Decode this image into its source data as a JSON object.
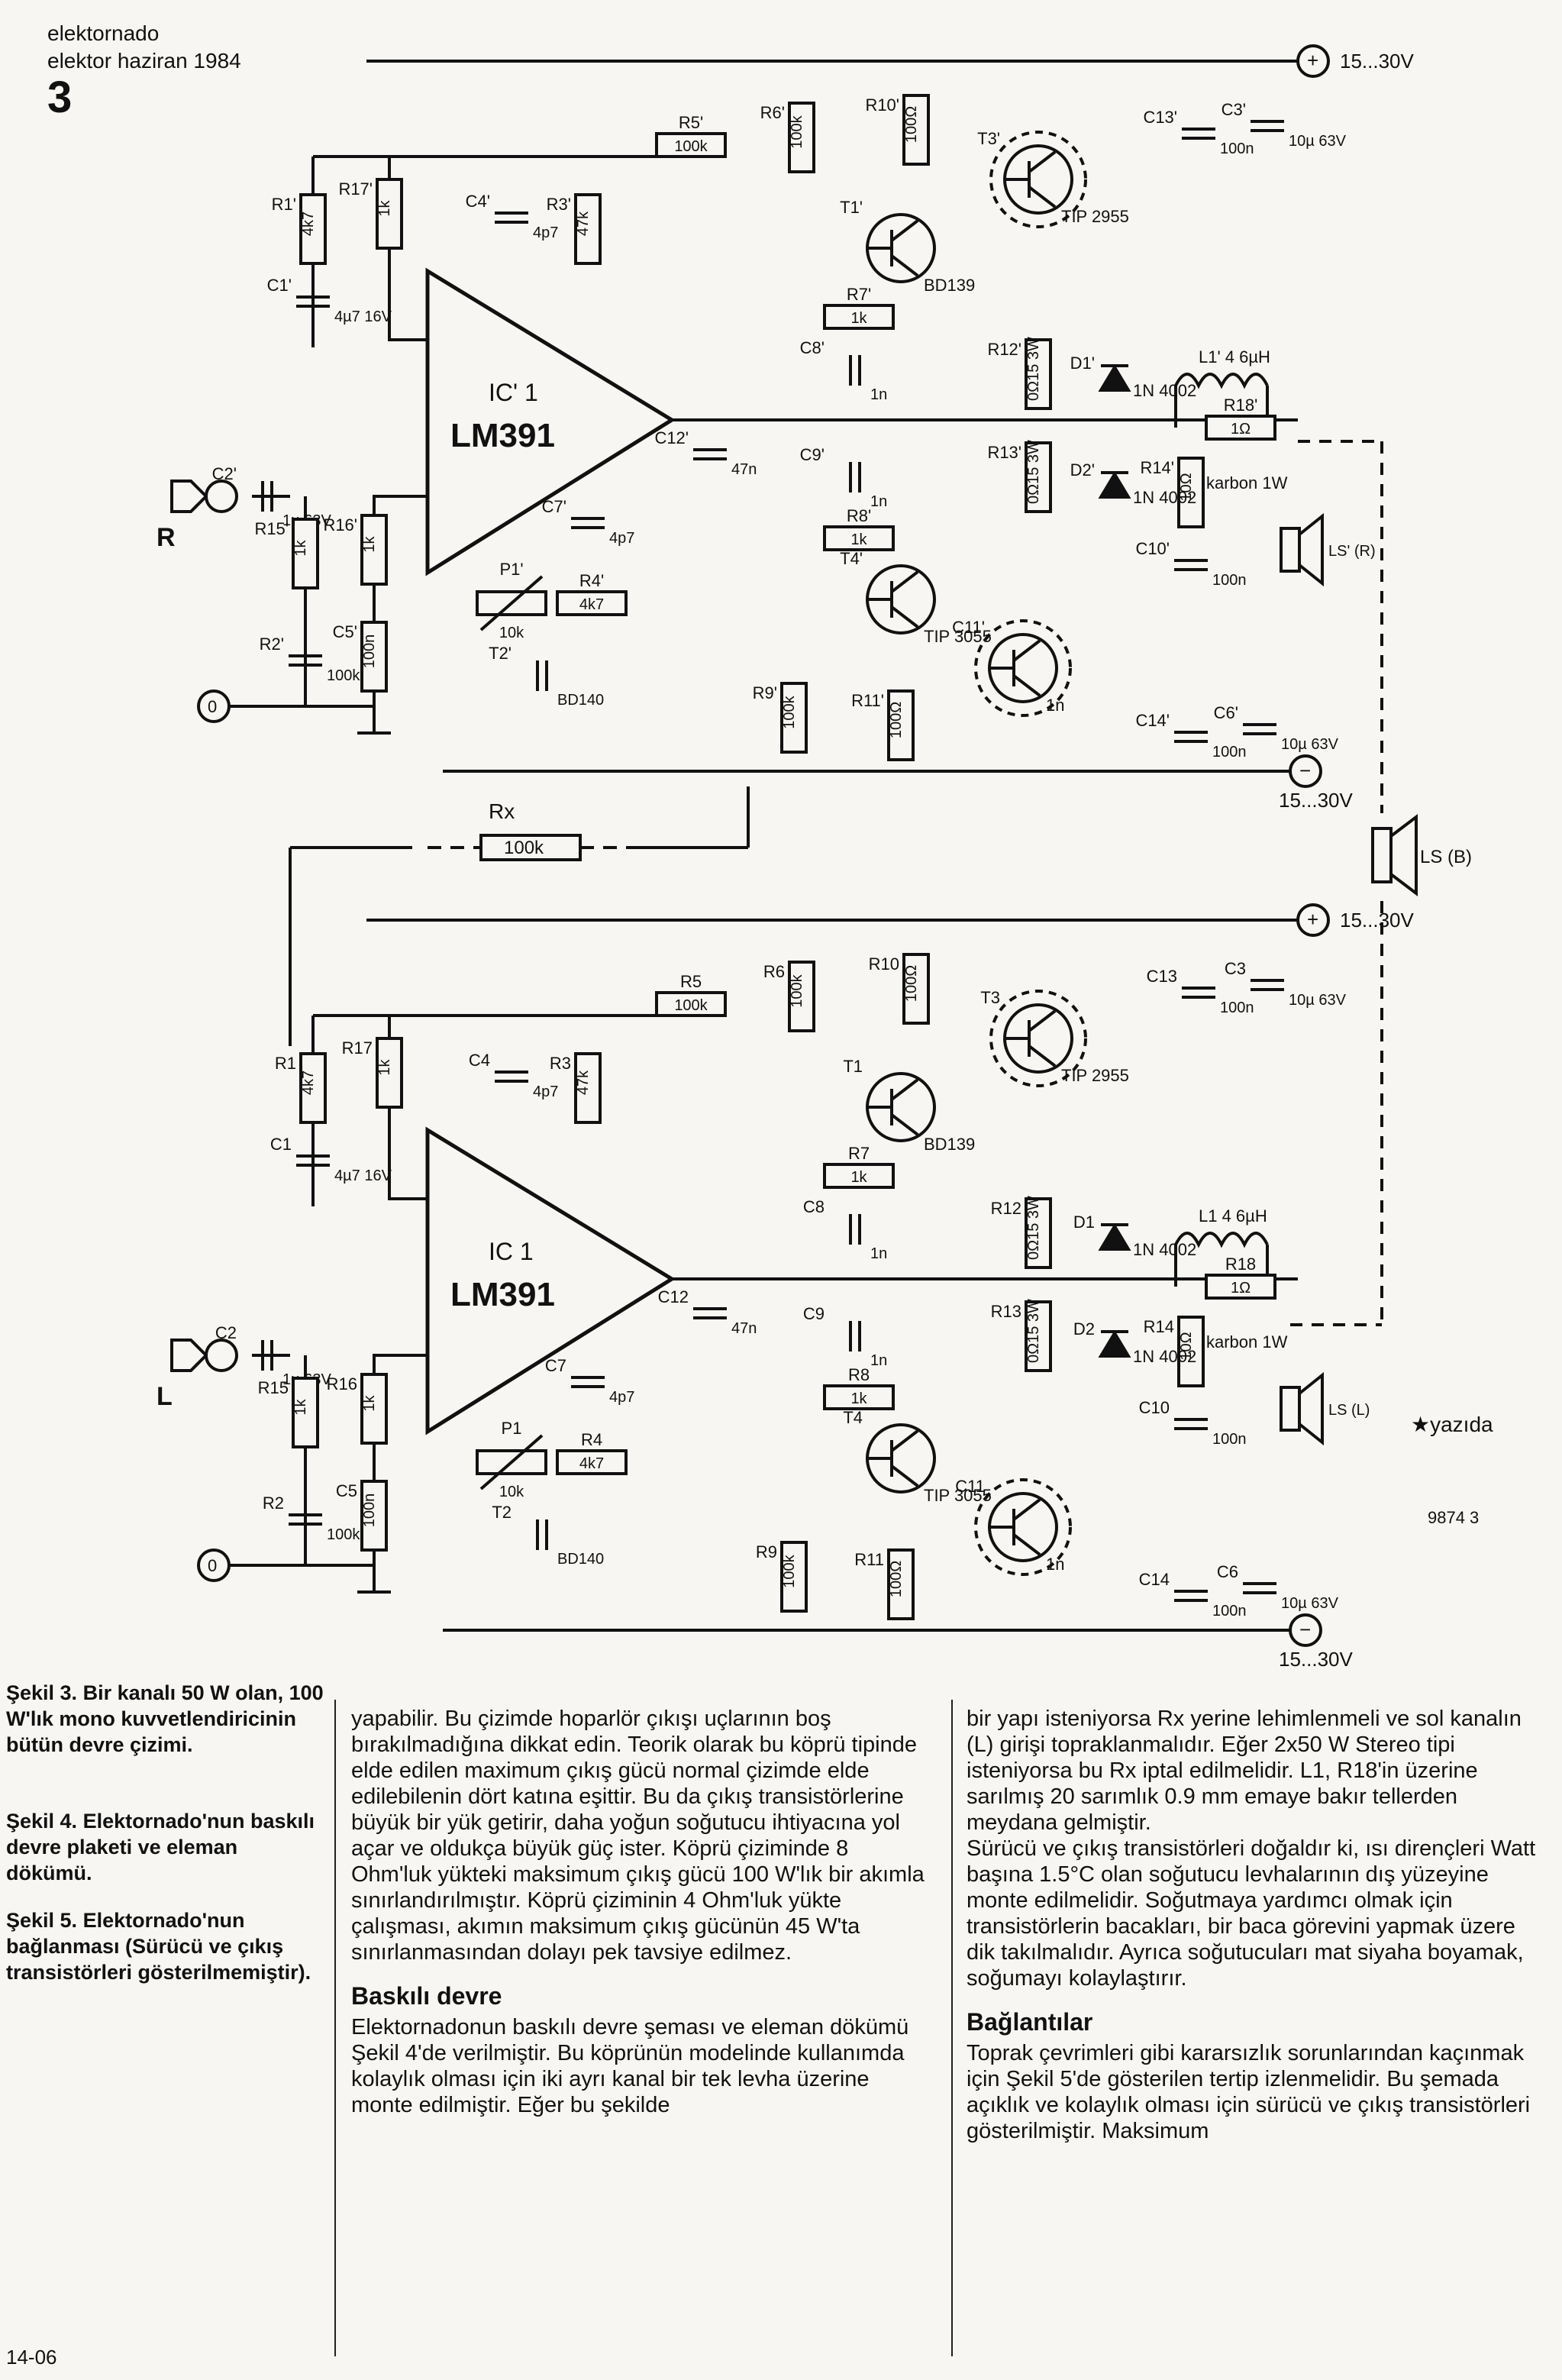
{
  "header": {
    "line1": "elektornado",
    "line2": "elektor haziran 1984",
    "fig_no": "3"
  },
  "schematic": {
    "ic_top": "IC' 1",
    "ic_bot": "IC 1",
    "ic_part": "LM391",
    "supply_pos": "15...30V",
    "supply_neg": "15...30V",
    "in_right": "R",
    "in_left": "L",
    "ground": "0",
    "speaker_top": "LS' (R)",
    "speaker_bot": "LS (L)",
    "speaker_bridge": "LS (B)",
    "rx_label": "Rx",
    "rx_value": "100k",
    "note_star": "★yazıda",
    "code": "9874  3",
    "comp_top": [
      "R1'",
      "4k7",
      "R17'",
      "1k",
      "C1'",
      "4µ7 16V",
      "R5'",
      "100k",
      "C4'",
      "4p7",
      "R3'",
      "47k",
      "R6'",
      "100k",
      "R10'",
      "100Ω",
      "T1'",
      "BD139",
      "T3'",
      "TIP 2955",
      "R7'",
      "1k",
      "C8'",
      "1n",
      "C13'",
      "100n",
      "C3'",
      "10µ 63V",
      "R12'",
      "0Ω15 3W",
      "D1'",
      "1N 4002",
      "L1' 4 6µH",
      "R18'",
      "1Ω",
      "R14'",
      "10Ω",
      "karbon 1W",
      "C12'",
      "47n",
      "C9'",
      "1n",
      "R8'",
      "1k",
      "R13'",
      "0Ω15 3W",
      "D2'",
      "1N 4002",
      "C10'",
      "100n",
      "C2'",
      "1µ 63V",
      "R15'",
      "1k",
      "R16'",
      "1k",
      "C7'",
      "4p7",
      "P1'",
      "10k",
      "R4'",
      "4k7",
      "T2'",
      "BD140",
      "T4'",
      "TIP 3055",
      "C11'",
      "1n",
      "R2'",
      "100k",
      "C5'",
      "100n",
      "R9'",
      "100k",
      "R11'",
      "100Ω",
      "C14'",
      "100n",
      "C6'",
      "10µ 63V"
    ],
    "comp_bot": [
      "R1",
      "4k7",
      "R17",
      "1k",
      "C1",
      "4µ7 16V",
      "R5",
      "100k",
      "C4",
      "4p7",
      "R3",
      "47k",
      "R6",
      "100k",
      "R10",
      "100Ω",
      "T1",
      "BD139",
      "T3",
      "TIP 2955",
      "R7",
      "1k",
      "C8",
      "1n",
      "C13",
      "100n",
      "C3",
      "10µ 63V",
      "R12",
      "0Ω15 3W",
      "D1",
      "1N 4002",
      "L1 4 6µH",
      "R18",
      "1Ω",
      "R14",
      "10Ω",
      "karbon 1W",
      "C12",
      "47n",
      "C9",
      "1n",
      "R8",
      "1k",
      "R13",
      "0Ω15 3W",
      "D2",
      "1N 4002",
      "C10",
      "100n",
      "C2",
      "1µ 63V",
      "R15",
      "1k",
      "R16",
      "1k",
      "C7",
      "4p7",
      "P1",
      "10k",
      "R4",
      "4k7",
      "T2",
      "BD140",
      "T4",
      "TIP 3055",
      "C11",
      "1n",
      "R2",
      "100k",
      "C5",
      "100n",
      "R9",
      "100k",
      "R11",
      "100Ω",
      "C14",
      "100n",
      "C6",
      "10µ 63V"
    ]
  },
  "captions": {
    "fig3": "Şekil 3. Bir kanalı 50 W olan, 100 W'lık mono kuvvetlendiricinin bütün devre çizimi.",
    "fig4": "Şekil 4. Elektornado'nun baskılı devre plaketi ve eleman dökümü.",
    "fig5": "Şekil 5. Elektornado'nun bağlanması (Sürücü ve çıkış transistörleri gösterilmemiştir)."
  },
  "col2": {
    "p1": "yapabilir. Bu çizimde hoparlör çıkışı uçlarının boş bırakılmadığına dikkat edin. Teorik olarak bu köprü tipinde elde edilen maximum çıkış gücü normal çizimde elde edilebilenin dört katına eşittir. Bu da çıkış transistörlerine büyük bir yük getirir, daha yoğun soğutucu ihtiyacına yol açar ve oldukça büyük güç ister. Köprü çiziminde 8 Ohm'luk yükteki maksimum çıkış gücü 100 W'lık bir akımla sınırlandırılmıştır. Köprü çiziminin 4 Ohm'luk yükte çalışması, akımın maksimum çıkış gücünün 45 W'ta sınırlanmasından dolayı pek tavsiye edilmez.",
    "h2": "Baskılı devre",
    "p2": "Elektornadonun baskılı devre şeması ve eleman dökümü Şekil 4'de verilmiştir. Bu köprünün modelinde kullanımda kolaylık olması için iki ayrı kanal bir tek levha üzerine monte edilmiştir. Eğer bu şekilde"
  },
  "col3": {
    "p1": "bir yapı isteniyorsa Rx yerine lehimlenmeli ve sol kanalın (L) girişi topraklanmalıdır. Eğer 2x50 W Stereo tipi isteniyorsa bu Rx iptal edilmelidir. L1, R18'in üzerine sarılmış 20 sarımlık 0.9 mm emaye bakır tellerden meydana gelmiştir.",
    "p2": "Sürücü ve çıkış transistörleri doğaldır ki, ısı dirençleri Watt başına 1.5°C olan soğutucu levhalarının dış yüzeyine monte edilmelidir. Soğutmaya yardımcı olmak için transistörlerin bacakları, bir baca görevini yapmak üzere dik takılmalıdır. Ayrıca soğutucuları mat siyaha boyamak, soğumayı kolaylaştırır.",
    "h2": "Bağlantılar",
    "p3": "Toprak çevrimleri gibi kararsızlık sorunlarından kaçınmak için Şekil 5'de gösterilen tertip izlenmelidir. Bu şemada açıklık ve kolaylık olması için sürücü ve çıkış transistörleri gösterilmiştir. Maksimum"
  },
  "page_number": "14-06"
}
